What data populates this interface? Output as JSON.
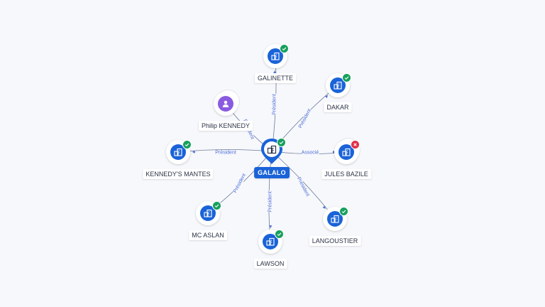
{
  "center": {
    "name": "GALALO",
    "icon": "building-icon",
    "status": "verified"
  },
  "nodes": [
    {
      "id": "galinette",
      "name": "GALINETTE",
      "type": "company",
      "status": "verified",
      "relation": "Président"
    },
    {
      "id": "dakar",
      "name": "DAKAR",
      "type": "company",
      "status": "verified",
      "relation": "Président"
    },
    {
      "id": "jules-bazile",
      "name": "JULES BAZILE",
      "type": "company",
      "status": "closed",
      "relation": "Associé"
    },
    {
      "id": "langoustier",
      "name": "LANGOUSTIER",
      "type": "company",
      "status": "verified",
      "relation": "Président"
    },
    {
      "id": "lawson",
      "name": "LAWSON",
      "type": "company",
      "status": "verified",
      "relation": "Président"
    },
    {
      "id": "mc-aslan",
      "name": "MC ASLAN",
      "type": "company",
      "status": "verified",
      "relation": "Président"
    },
    {
      "id": "kennedys-mantes",
      "name": "KENNEDY'S MANTES",
      "type": "company",
      "status": "verified",
      "relation": "Président"
    },
    {
      "id": "philip-kennedy",
      "name": "Philip KENNEDY",
      "type": "person",
      "status": "none",
      "relation": "Président"
    }
  ],
  "colors": {
    "company": "#1a63d8",
    "person": "#8a5be0",
    "verified": "#17a05d",
    "closed": "#e0304a",
    "edge": "#6b7a99",
    "edge_label": "#4d6fd6"
  }
}
